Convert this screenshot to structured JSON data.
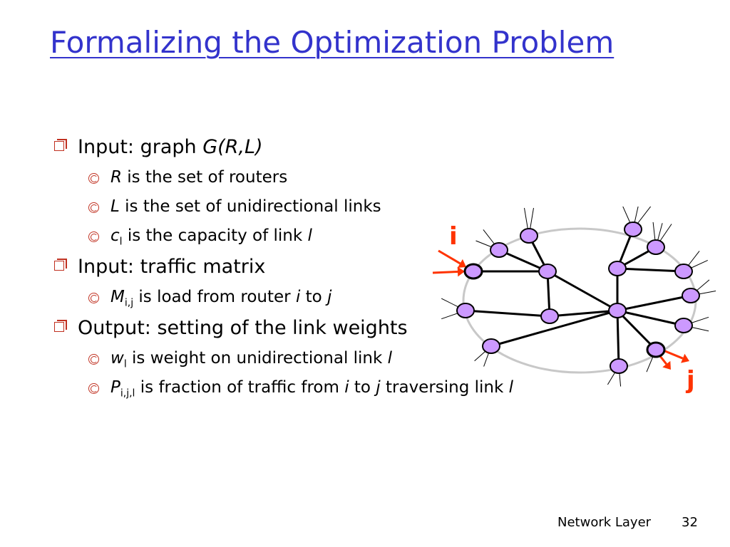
{
  "title": "Formalizing the Optimization Problem",
  "bullets": [
    {
      "marker": "box-arrow-bullet",
      "parts": [
        [
          "Input: graph ",
          ""
        ],
        [
          "G(R,L)",
          "i"
        ]
      ]
    },
    {
      "marker": "circle-bullet",
      "parts": [
        [
          "R",
          "i"
        ],
        [
          " is the set of routers",
          ""
        ]
      ]
    },
    {
      "marker": "circle-bullet",
      "parts": [
        [
          "L",
          "i"
        ],
        [
          " is the set of unidirectional links",
          ""
        ]
      ]
    },
    {
      "marker": "circle-bullet",
      "parts": [
        [
          "c",
          "i"
        ],
        [
          "l",
          "sub"
        ],
        [
          " is the capacity of link ",
          ""
        ],
        [
          "l",
          "i"
        ]
      ]
    },
    {
      "marker": "box-arrow-bullet",
      "parts": [
        [
          "Input: traffic matrix",
          ""
        ]
      ]
    },
    {
      "marker": "circle-bullet",
      "parts": [
        [
          "M",
          "i"
        ],
        [
          "i,j",
          "sub"
        ],
        [
          " is load from router ",
          ""
        ],
        [
          "i",
          "i"
        ],
        [
          " to ",
          ""
        ],
        [
          "j",
          "i"
        ]
      ]
    },
    {
      "marker": "box-arrow-bullet",
      "parts": [
        [
          "Output: setting of the link weights",
          ""
        ]
      ]
    },
    {
      "marker": "circle-bullet",
      "parts": [
        [
          "w",
          "i"
        ],
        [
          "l",
          "sub"
        ],
        [
          " is weight on unidirectional link ",
          ""
        ],
        [
          "l",
          "i"
        ]
      ]
    },
    {
      "marker": "circle-bullet",
      "parts": [
        [
          "P",
          "i"
        ],
        [
          "i,j,l",
          "sub"
        ],
        [
          " is fraction of traffic from ",
          ""
        ],
        [
          "i",
          "i"
        ],
        [
          " to ",
          ""
        ],
        [
          "j",
          "i"
        ],
        [
          " traversing link ",
          ""
        ],
        [
          "l",
          "i"
        ]
      ]
    }
  ],
  "diagram": {
    "label_i": "i",
    "label_j": "j",
    "node_fill": "#cc99ff",
    "arrow_color": "#ff3300",
    "ring_color": "#c8c8c8"
  },
  "footer": {
    "section": "Network Layer",
    "page": "32"
  }
}
